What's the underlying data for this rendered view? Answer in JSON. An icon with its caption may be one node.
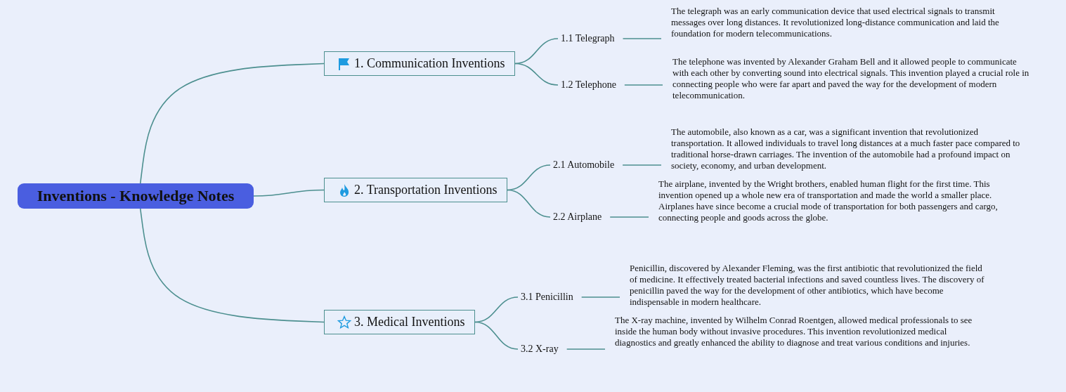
{
  "diagram": {
    "nodes": [
      {
        "text": [
          "Inventions - Knowledge Notes"
        ]
      },
      {
        "text": [
          "1. Communication Inventions"
        ]
      },
      {
        "text": [
          "1.1 Telegraph"
        ]
      },
      {
        "text": [
          "The telegraph was an early communication device that used electrical signals to transmit messages over long distances. It revolutionized long-distance communication and laid the foundation for modern telecommunications."
        ]
      },
      {
        "text": [
          "1.2 Telephone"
        ]
      },
      {
        "text": [
          "The telephone was invented by Alexander Graham Bell and it allowed people to communicate with each other by converting sound into electrical signals. This invention played a crucial role in connecting people who were far apart and paved the way for the development of modern telecommunication."
        ]
      },
      {
        "text": [
          "2. Transportation Inventions"
        ]
      },
      {
        "text": [
          "2.1 Automobile"
        ]
      },
      {
        "text": [
          "The automobile, also known as a car, was a significant invention that revolutionized transportation. It allowed individuals to travel long distances at a much faster pace compared to traditional horse-drawn carriages. The invention of the automobile had a profound impact on society, economy, and urban development."
        ]
      },
      {
        "text": [
          "2.2 Airplane"
        ]
      },
      {
        "text": [
          "The airplane, invented by the Wright brothers, enabled human flight for the first time. This invention opened up a whole new era of transportation and made the world a smaller place. Airplanes have since become a crucial mode of transportation for both passengers and cargo, connecting people and goods across the globe."
        ]
      },
      {
        "text": [
          "3. Medical Inventions"
        ]
      },
      {
        "text": [
          "3.1 Penicillin"
        ]
      },
      {
        "text": [
          "Penicillin, discovered by Alexander Fleming, was the first antibiotic that revolutionized the field of medicine. It effectively treated bacterial infections and saved countless lives. The discovery of penicillin paved the way for the development of other antibiotics, which have become indispensable in modern healthcare."
        ]
      },
      {
        "text": [
          "3.2 X-ray"
        ]
      },
      {
        "text": [
          "The X-ray machine, invented by Wilhelm Conrad Roentgen, allowed medical professionals to see inside the human body without invasive procedures. This invention revolutionized medical diagnostics and greatly enhanced the ability to diagnose and treat various conditions and injuries."
        ]
      }
    ],
    "edges": [
      {
        "from": 0,
        "to": 1,
        "arrow": "none"
      },
      {
        "from": 0,
        "to": 6,
        "arrow": "none"
      },
      {
        "from": 0,
        "to": 11,
        "arrow": "none"
      },
      {
        "from": 1,
        "to": 2,
        "arrow": "none"
      },
      {
        "from": 1,
        "to": 4,
        "arrow": "none"
      },
      {
        "from": 6,
        "to": 7,
        "arrow": "none"
      },
      {
        "from": 6,
        "to": 9,
        "arrow": "none"
      },
      {
        "from": 11,
        "to": 12,
        "arrow": "none"
      },
      {
        "from": 11,
        "to": 14,
        "arrow": "none"
      },
      {
        "from": 2,
        "to": 3,
        "arrow": "none"
      },
      {
        "from": 4,
        "to": 5,
        "arrow": "none"
      },
      {
        "from": 7,
        "to": 8,
        "arrow": "none"
      },
      {
        "from": 9,
        "to": 10,
        "arrow": "none"
      },
      {
        "from": 12,
        "to": 13,
        "arrow": "none"
      },
      {
        "from": 14,
        "to": 15,
        "arrow": "none"
      }
    ]
  }
}
